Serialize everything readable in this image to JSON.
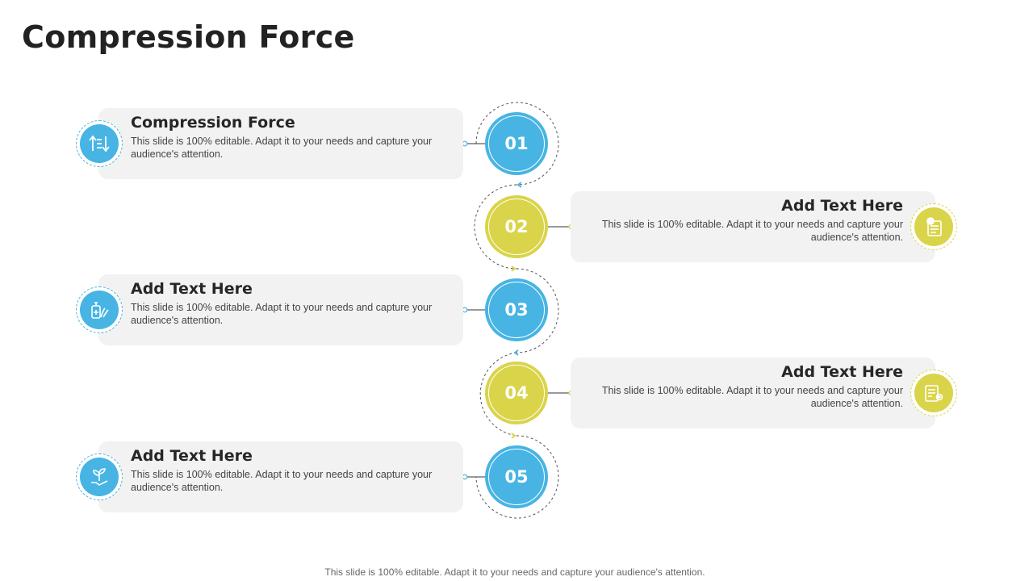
{
  "title": "Compression Force",
  "colors": {
    "blue": "#47b4e4",
    "yellow": "#d9d449",
    "box": "#f2f2f2"
  },
  "steps": [
    {
      "number": "01",
      "heading": "Compression Force",
      "body": "This slide is 100% editable. Adapt it to your needs and capture your audience's attention.",
      "side": "left",
      "color": "blue",
      "icon": "compression-arrows-icon"
    },
    {
      "number": "02",
      "heading": "Add Text Here",
      "body": "This slide is 100% editable. Adapt it to your needs and capture your audience's attention.",
      "side": "right",
      "color": "yellow",
      "icon": "document-checklist-icon"
    },
    {
      "number": "03",
      "heading": "Add Text Here",
      "body": "This slide is 100% editable. Adapt it to your needs and capture your audience's attention.",
      "side": "left",
      "color": "blue",
      "icon": "sanitizer-hand-icon"
    },
    {
      "number": "04",
      "heading": "Add Text Here",
      "body": "This slide is 100% editable. Adapt it to your needs and capture your audience's attention.",
      "side": "right",
      "color": "yellow",
      "icon": "report-settings-icon"
    },
    {
      "number": "05",
      "heading": "Add Text Here",
      "body": "This slide is 100% editable. Adapt it to your needs and capture your audience's attention.",
      "side": "left",
      "color": "blue",
      "icon": "plant-hand-icon"
    }
  ],
  "footer": "This slide is 100% editable. Adapt it to your needs and capture your audience's attention."
}
